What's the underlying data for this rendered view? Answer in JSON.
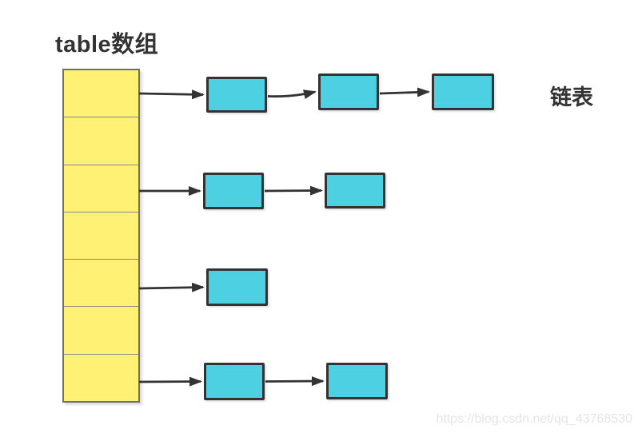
{
  "diagram": {
    "title": "table数组",
    "side_label": "链表",
    "array": {
      "cell_count": 7,
      "fill_color": "#FFF173",
      "border_color": "#6f6f6f"
    },
    "linked_lists": [
      {
        "from_cell": 1,
        "nodes": 3
      },
      {
        "from_cell": 3,
        "nodes": 2
      },
      {
        "from_cell": 5,
        "nodes": 1
      },
      {
        "from_cell": 7,
        "nodes": 2
      }
    ],
    "node_fill_color": "#4DD0E1",
    "node_border_color": "#333333",
    "arrow_color": "#333333"
  },
  "watermark": {
    "text": "https://blog.csdn.net/qq_43768530"
  }
}
